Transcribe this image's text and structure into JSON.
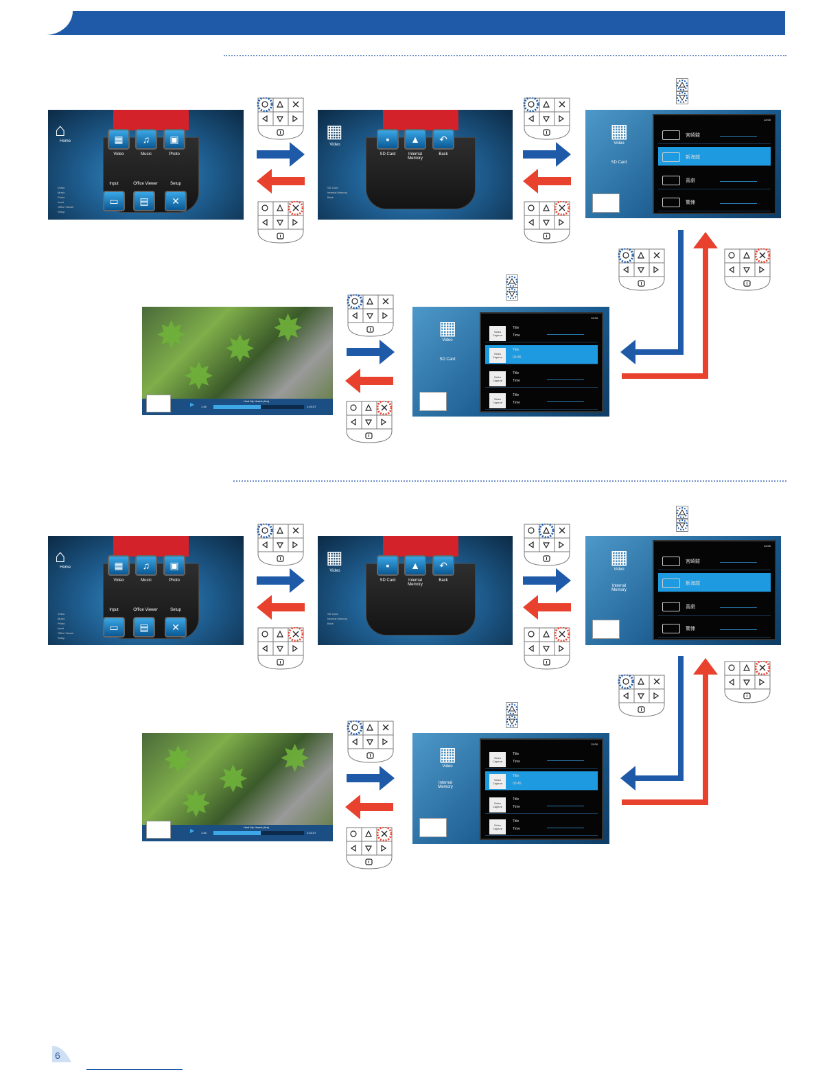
{
  "page": {
    "number": "6"
  },
  "home_screen": {
    "title": "Home",
    "tiles": [
      "Video",
      "Music",
      "Photo"
    ],
    "bottom_labels": [
      "Input",
      "Office Viewer",
      "Setup"
    ],
    "legend": [
      "Video",
      "Music",
      "Photo",
      "Input",
      "Office Viewer",
      "Setup"
    ]
  },
  "video_source_screen": {
    "title": "Video",
    "tiles": [
      "SD Card",
      "Internal Memory",
      "Back"
    ],
    "legend": [
      "SD Card",
      "Internal Memory",
      "Back"
    ]
  },
  "folder_screen": {
    "title": "Video",
    "source_sd": "SD Card",
    "source_internal": "Internal Memory",
    "time": "12:00",
    "folders": [
      "宮崎駿",
      "新海誠",
      "喜劇",
      "驚悚"
    ]
  },
  "file_screen": {
    "title": "Video",
    "source_sd": "SD Card",
    "source_internal": "Internal Memory",
    "time": "12:00",
    "files": [
      {
        "thumb": "Video Capture",
        "title": "Title",
        "sub": "Time"
      },
      {
        "thumb": "Video Capture",
        "title": "Title",
        "sub": "00:45"
      },
      {
        "thumb": "Video Capture",
        "title": "Title",
        "sub": "Time"
      },
      {
        "thumb": "Video Capture",
        "title": "Title",
        "sub": "Time"
      }
    ]
  },
  "playback_screen": {
    "track": "Heal My Hearts (live)",
    "elapsed": "1:44",
    "total": "1:24:37",
    "progress": 0.52
  },
  "colors": {
    "forward": "#1e5aa8",
    "back": "#e8412d",
    "header": "#1e5aa8"
  }
}
